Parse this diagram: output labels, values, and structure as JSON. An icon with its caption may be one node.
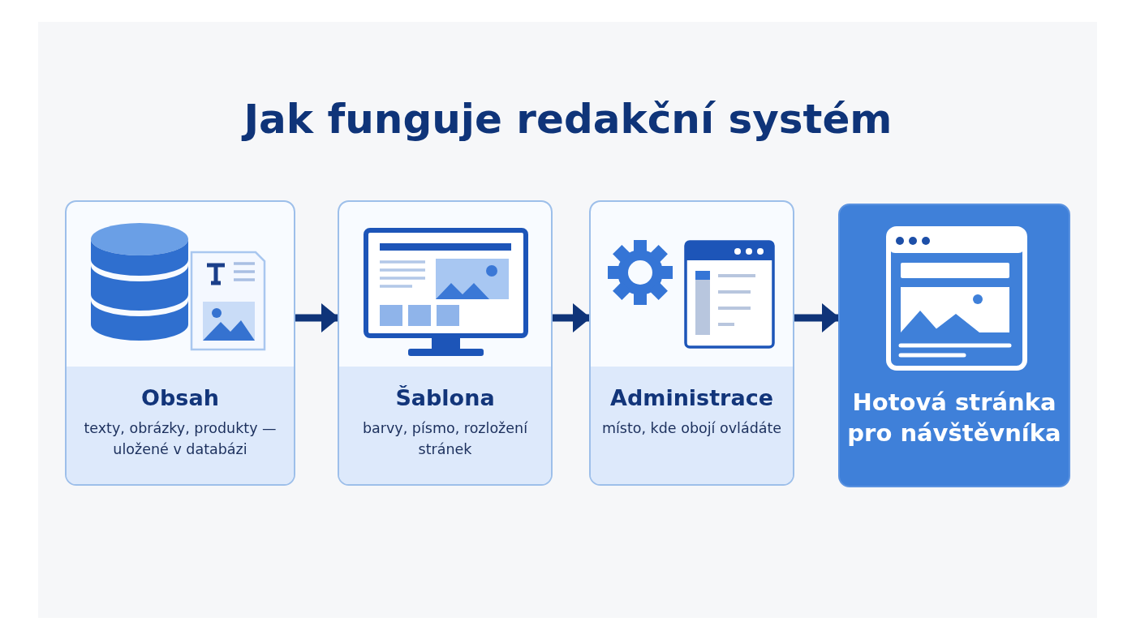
{
  "diagram": {
    "title": "Jak funguje redakční systém",
    "nodes": [
      {
        "text": [
          "Obsah",
          "texty, obrázky, produkty — uložené v databázi"
        ]
      },
      {
        "text": [
          "Šablona",
          "barvy, písmo, rozložení stránek"
        ]
      },
      {
        "text": [
          "Administrace",
          "místo, kde obojí ovládáte"
        ]
      },
      {
        "text": [
          "Hotová stránka pro návštěvníka"
        ]
      }
    ],
    "edges": [
      {
        "from": 0,
        "to": 1,
        "arrow": "to"
      },
      {
        "from": 1,
        "to": 2,
        "arrow": "to"
      },
      {
        "from": 2,
        "to": 3,
        "arrow": "to"
      }
    ]
  }
}
